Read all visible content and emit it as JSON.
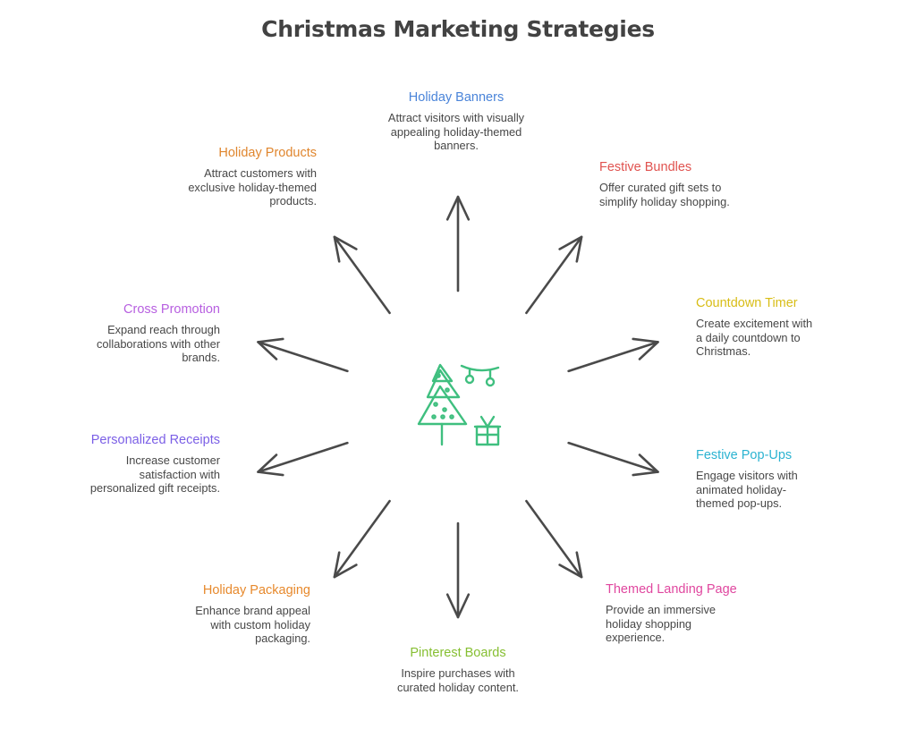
{
  "title": "Christmas Marketing Strategies",
  "center_icon": "christmas-tree-gift-icon",
  "colors": {
    "arrow": "#4a4a4a",
    "icon": "#3fbf7f"
  },
  "strategies": [
    {
      "title": "Holiday Banners",
      "desc": "Attract visitors with visually appealing holiday-themed banners.",
      "color": "#4a84d9"
    },
    {
      "title": "Festive Bundles",
      "desc": "Offer curated gift sets to simplify holiday shopping.",
      "color": "#e0524f"
    },
    {
      "title": "Countdown Timer",
      "desc": "Create excitement with a daily countdown to Christmas.",
      "color": "#d8bd16"
    },
    {
      "title": "Festive Pop-Ups",
      "desc": "Engage visitors with animated holiday-themed pop-ups.",
      "color": "#2bb3d1"
    },
    {
      "title": "Themed Landing Page",
      "desc": "Provide an immersive holiday shopping experience.",
      "color": "#e0479f"
    },
    {
      "title": "Pinterest Boards",
      "desc": "Inspire purchases with curated holiday content.",
      "color": "#86bf32"
    },
    {
      "title": "Holiday Packaging",
      "desc": "Enhance brand appeal with custom holiday packaging.",
      "color": "#e7892c"
    },
    {
      "title": "Personalized Receipts",
      "desc": "Increase customer satisfaction with personalized gift receipts.",
      "color": "#7b5fe6"
    },
    {
      "title": "Cross Promotion",
      "desc": "Expand reach through collaborations with other brands.",
      "color": "#b75fe0"
    },
    {
      "title": "Holiday Products",
      "desc": "Attract customers with exclusive holiday-themed products.",
      "color": "#e0862e"
    }
  ]
}
